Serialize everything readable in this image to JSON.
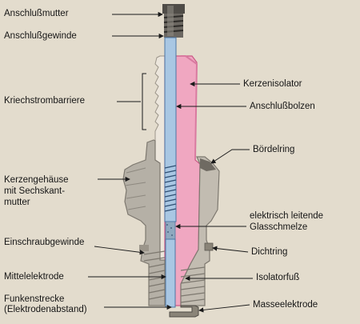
{
  "colors": {
    "background": "#e3dccd",
    "isolator": "#f0a7c1",
    "isolator_edge": "#c95a86",
    "metal": "#b5b0a6",
    "metal_dark": "#7d786f",
    "bolt": "#a9c7e3",
    "bolt_edge": "#4c76a3",
    "leader": "#1a1a1a"
  },
  "labels": {
    "anschlussmutter": "Anschlußmutter",
    "anschlussgewinde": "Anschlußgewinde",
    "kriechstrombarriere": "Kriechstrombarriere",
    "kerzengehaeuse_1": "Kerzengehäuse",
    "kerzengehaeuse_2": "mit Sechskant-",
    "kerzengehaeuse_3": "mutter",
    "einschraubgewinde": "Einschraubgewinde",
    "mittelelektrode": "Mittelelektrode",
    "funkenstrecke_1": "Funkenstrecke",
    "funkenstrecke_2": "(Elektrodenabstand)",
    "kerzenisolator": "Kerzenisolator",
    "anschlussbolzen": "Anschlußbolzen",
    "boerdelring": "Bördelring",
    "glasschmelze_1": "elektrisch leitende",
    "glasschmelze_2": "Glasschmelze",
    "dichtring": "Dichtring",
    "isolatorfuss": "Isolatorfuß",
    "masseelektrode": "Masseelektrode"
  }
}
